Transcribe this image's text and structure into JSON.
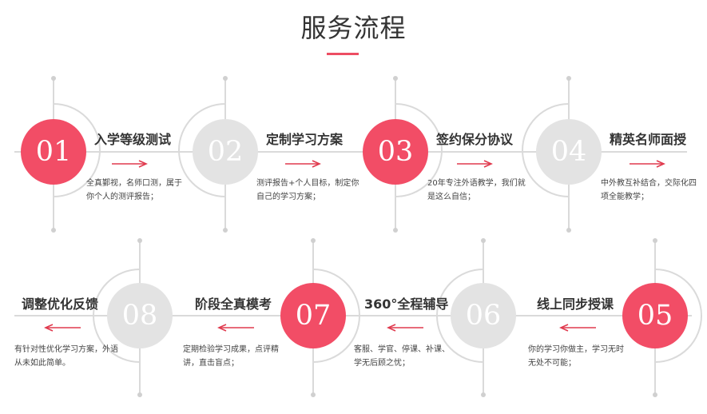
{
  "header": {
    "title": "服务流程",
    "accent_color": "#ed4d63"
  },
  "colors": {
    "red": "#f24d66",
    "grey": "#e3e3e3",
    "line": "#dadada",
    "arrow": "#e03a4e"
  },
  "steps": [
    {
      "number": "01",
      "title": "入学等级测试",
      "desc": "全真鄞视，名师口测，属于你个人的测评报告；",
      "style": "red",
      "arrow": "right-arrow"
    },
    {
      "number": "02",
      "title": "定制学习方案",
      "desc": "测评报告+个人目标，制定你自己的学习方案；",
      "style": "grey",
      "arrow": "right-arrow"
    },
    {
      "number": "03",
      "title": "签约保分协议",
      "desc": "20年专注外语教学，我们就是这么自信；",
      "style": "red",
      "arrow": "right-arrow"
    },
    {
      "number": "04",
      "title": "精英名师面授",
      "desc": "中外教互补结合，交际化四项全能教学；",
      "style": "grey",
      "arrow": "right-arrow"
    },
    {
      "number": "05",
      "title": "线上同步授课",
      "desc": "你的学习你做主，学习无时无处不可能；",
      "style": "red",
      "arrow": "left-arrow"
    },
    {
      "number": "06",
      "title": "360°全程辅导",
      "desc": "客服、学官、停课、补课、学无后顾之忧；",
      "style": "grey",
      "arrow": "left-arrow"
    },
    {
      "number": "07",
      "title": "阶段全真模考",
      "desc": "定期检验学习成果，点评精讲，直击盲点；",
      "style": "red",
      "arrow": "left-arrow"
    },
    {
      "number": "08",
      "title": "调整优化反馈",
      "desc": "有针对性优化学习方案，外语从未如此简单。",
      "style": "grey",
      "arrow": "left-arrow"
    }
  ]
}
